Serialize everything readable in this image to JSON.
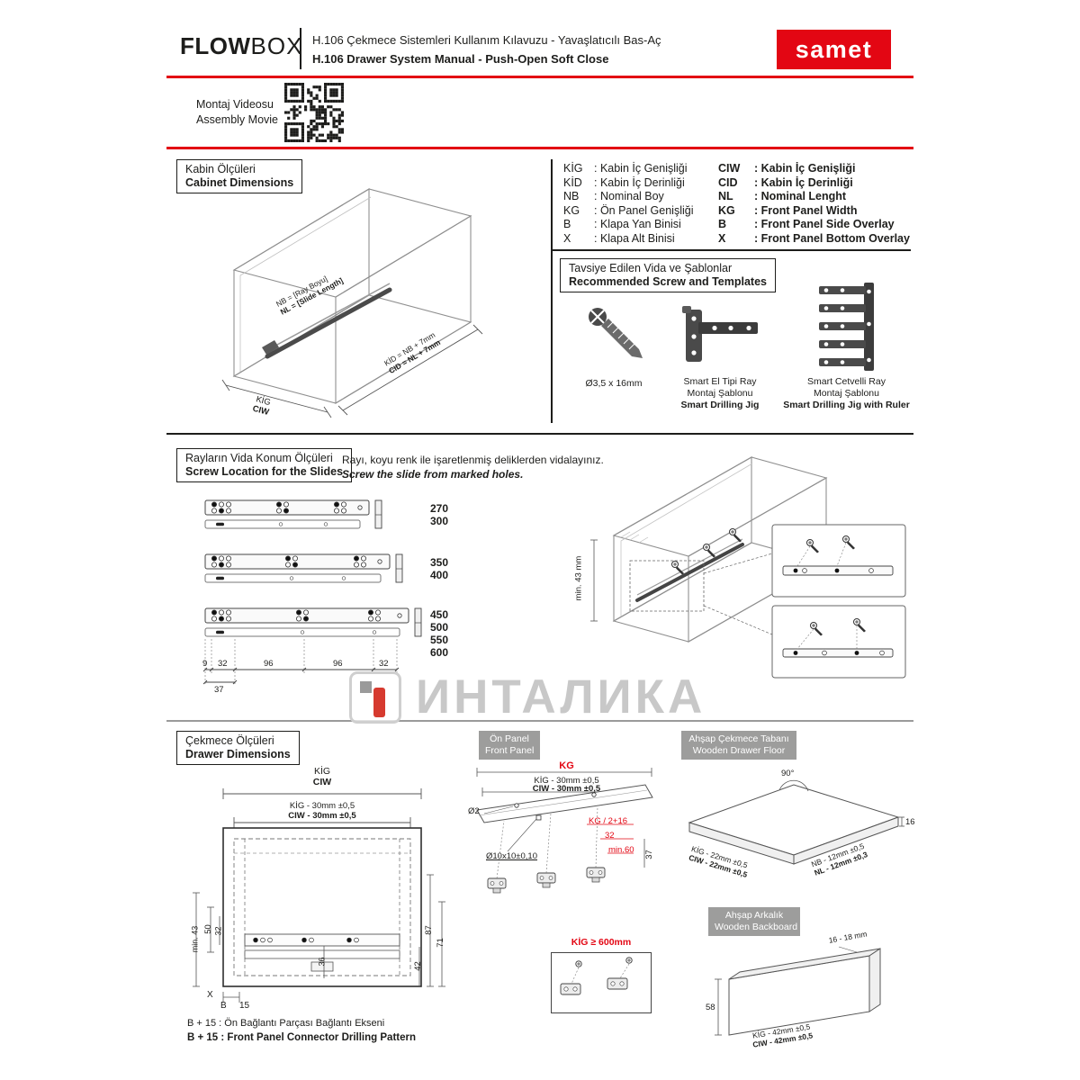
{
  "watermark": {
    "text": "ИНТАЛИКА"
  },
  "header": {
    "logo_bold": "FLOW",
    "logo_light": "BOX",
    "title_tr": "H.106 Çekmece Sistemleri Kullanım Kılavuzu - Yavaşlatıcılı Bas-Aç",
    "title_en": "H.106 Drawer System Manual - Push-Open Soft Close",
    "brand": "samet"
  },
  "video": {
    "label_tr": "Montaj Videosu",
    "label_en": "Assembly Movie"
  },
  "cabinet": {
    "title_tr": "Kabin Ölçüleri",
    "title_en": "Cabinet Dimensions",
    "dim_nb": "NB = [Ray Boyu]",
    "dim_nl": "NL = [Slide Length]",
    "dim_kig": "KİG",
    "dim_ciw": "CIW",
    "dim_kid": "KİD = NB + 7mm",
    "dim_cid": "CID = NL + 7mm",
    "legend_tr": [
      {
        "key": "KİG",
        "val": ": Kabin İç Genişliği"
      },
      {
        "key": "KİD",
        "val": ": Kabin İç Derinliği"
      },
      {
        "key": "NB",
        "val": ": Nominal Boy"
      },
      {
        "key": "KG",
        "val": ": Ön Panel Genişliği"
      },
      {
        "key": "B",
        "val": ": Klapa Yan Binisi"
      },
      {
        "key": "X",
        "val": ": Klapa Alt Binisi"
      }
    ],
    "legend_en": [
      {
        "key": "CIW",
        "val": ": Kabin İç Genişliği"
      },
      {
        "key": "CID",
        "val": ": Kabin İç Derinliği"
      },
      {
        "key": "NL",
        "val": ": Nominal Lenght"
      },
      {
        "key": "KG",
        "val": ": Front Panel Width"
      },
      {
        "key": "B",
        "val": ": Front Panel Side Overlay"
      },
      {
        "key": "X",
        "val": ": Front Panel Bottom Overlay"
      }
    ]
  },
  "templates": {
    "title_tr": "Tavsiye Edilen Vida ve Şablonlar",
    "title_en": "Recommended Screw and Templates",
    "screw_label": "Ø3,5 x 16mm",
    "jig_hand": {
      "l1": "Smart El Tipi Ray",
      "l2": "Montaj Şablonu",
      "l3": "Smart Drilling Jig"
    },
    "jig_ruler": {
      "l1": "Smart Cetvelli Ray",
      "l2": "Montaj Şablonu",
      "l3": "Smart Drilling Jig with Ruler"
    }
  },
  "slides": {
    "title_tr": "Rayların Vida Konum Ölçüleri",
    "title_en": "Screw Location for the Slides",
    "note_tr": "Rayı, koyu renk ile işaretlenmiş deliklerden vidalayınız.",
    "note_en": "Screw the slide from marked holes.",
    "lengths_a": [
      "270",
      "300"
    ],
    "lengths_b": [
      "350",
      "400"
    ],
    "lengths_c": [
      "450",
      "500",
      "550",
      "600"
    ],
    "dims": {
      "d9": "9",
      "d32a": "32",
      "d96a": "96",
      "d96b": "96",
      "d32b": "32",
      "d37": "37"
    },
    "min43": "min. 43 mm"
  },
  "drawer": {
    "title_tr": "Çekmece Ölçüleri",
    "title_en": "Drawer Dimensions",
    "front": {
      "kig": "KİG",
      "ciw": "CIW",
      "kig30": "KİG - 30mm ±0,5",
      "ciw30": "CIW - 30mm ±0,5",
      "d50": "50",
      "d32": "32",
      "min43": "min. 43",
      "x": "X",
      "b": "B",
      "d15": "15",
      "d87": "87",
      "d71": "71",
      "d42": "42",
      "d36": "36",
      "caption_tr": "B + 15 : Ön Bağlantı Parçası Bağlantı Ekseni",
      "caption_en": "B + 15 : Front Panel Connector Drilling Pattern"
    },
    "panel": {
      "label_tr": "Ön Panel",
      "label_en": "Front Panel",
      "kg": "KG",
      "kig30": "KİG - 30mm ±0,5",
      "ciw30": "CIW - 30mm ±0,5",
      "o2": "Ø2",
      "hole": "Ø10x10±0,10",
      "kg216": "KG / 2+16",
      "d32": "32",
      "min60": "min.60",
      "d37": "37",
      "kig600": "KİG ≥ 600mm"
    },
    "floor": {
      "label_tr": "Ahşap Çekmece Tabanı",
      "label_en": "Wooden Drawer Floor",
      "angle": "90°",
      "kig22": "KİG - 22mm ±0,5",
      "ciw22": "CIW - 22mm ±0,5",
      "nb12": "NB - 12mm ±0,5",
      "nl12": "NL - 12mm ±0,3",
      "d16": "16"
    },
    "back": {
      "label_tr": "Ahşap Arkalık",
      "label_en": "Wooden Backboard",
      "thickness": "16 - 18 mm",
      "d58": "58",
      "kig42": "KİG - 42mm ±0,5",
      "ciw42": "CIW - 42mm ±0,5"
    }
  },
  "colors": {
    "accent": "#e30613",
    "ink": "#1d1d1b",
    "gray_label": "#9d9d9c"
  }
}
